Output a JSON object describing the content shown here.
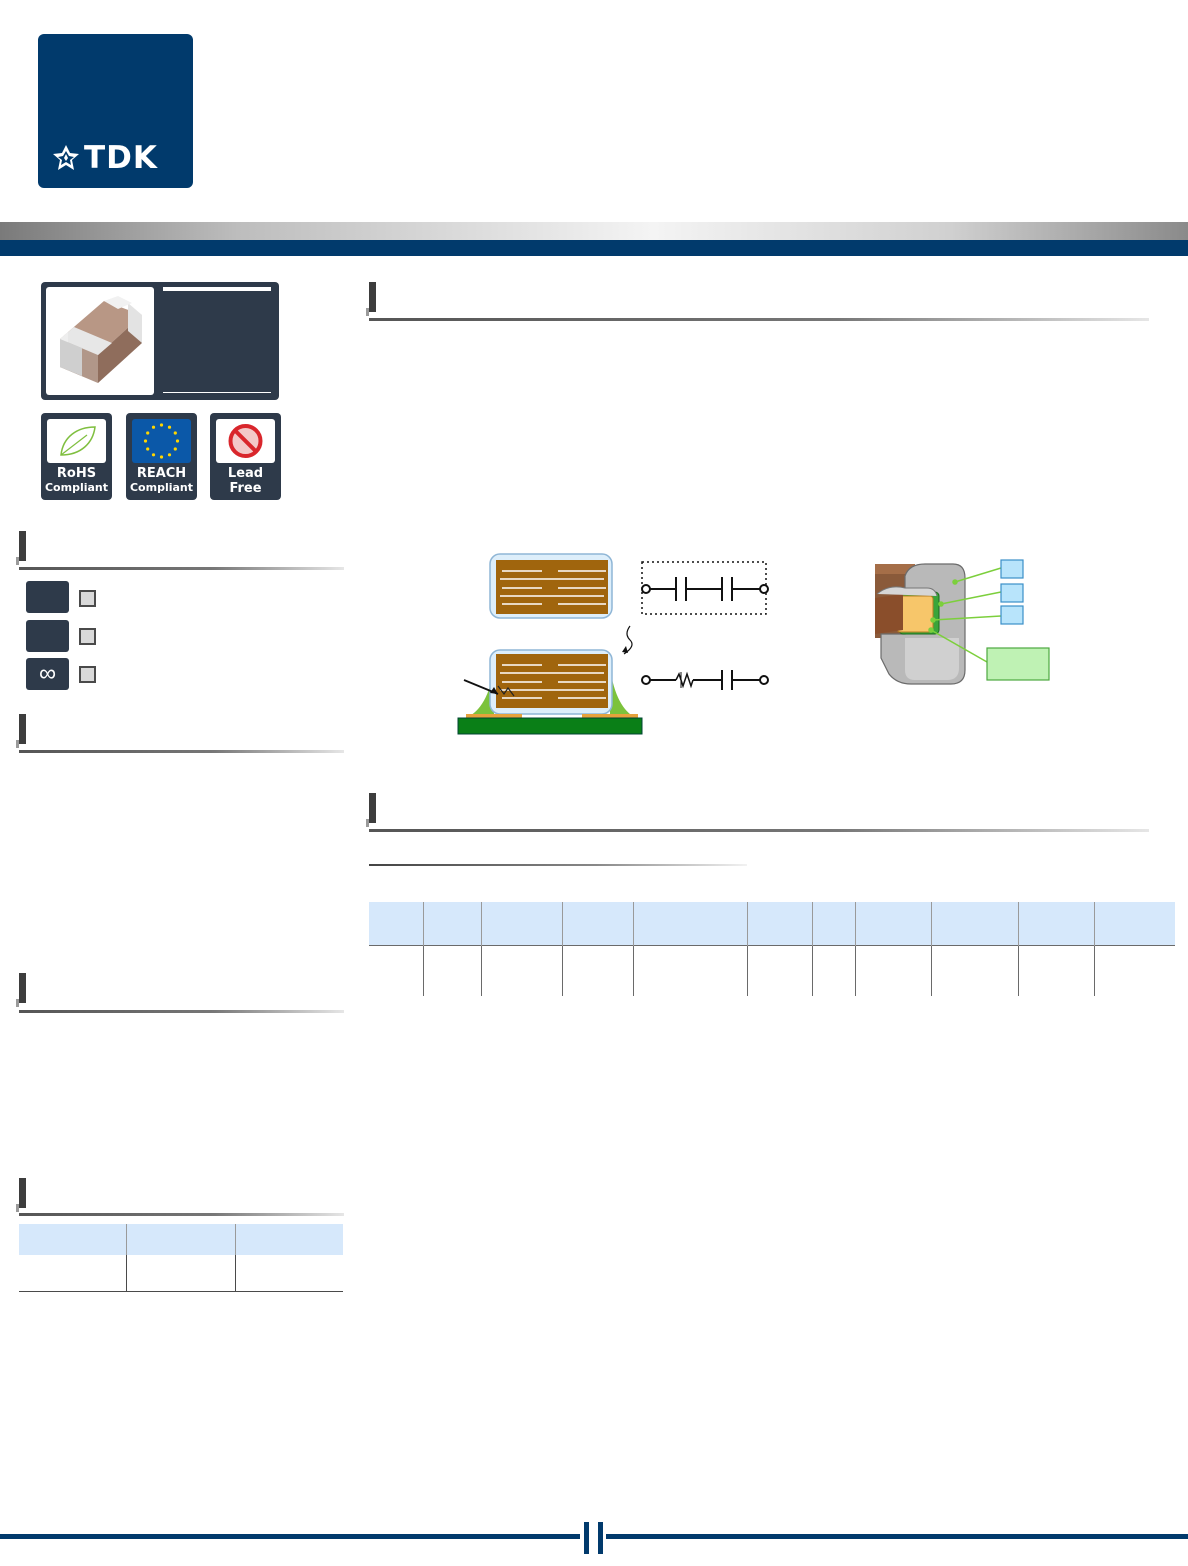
{
  "brand": {
    "logo_text": "TDK",
    "primary_color": "#013a6c",
    "secondary_color": "#2e3a4a",
    "table_header_color": "#d6e8fb"
  },
  "badges": [
    {
      "line1": "RoHS",
      "line2": "Compliant",
      "icon": "leaf-icon"
    },
    {
      "line1": "REACH",
      "line2": "Compliant",
      "icon": "eu-stars-icon"
    },
    {
      "line1": "Lead",
      "line2": "Free",
      "icon": "no-symbol-icon"
    }
  ],
  "features": [
    {
      "icon": "dark-square-icon",
      "symbol": ""
    },
    {
      "icon": "dark-square-icon",
      "symbol": ""
    },
    {
      "icon": "infinity-icon",
      "symbol": "∞"
    }
  ]
}
